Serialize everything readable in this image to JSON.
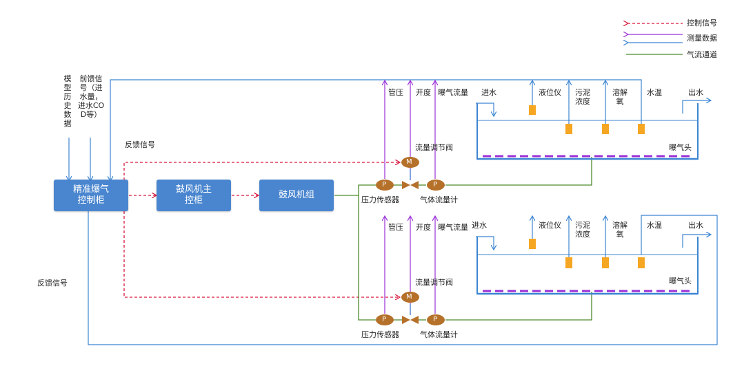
{
  "legend": {
    "control": "控制信号",
    "measure": "测量数据",
    "air": "气流通道"
  },
  "colors": {
    "control": "#d9163c",
    "measure_purple": "#9b30d6",
    "measure_blue": "#3c85d2",
    "air": "#4e8a2a",
    "box": "#4a86cf",
    "valve": "#b5702a",
    "sensor": "#f5a623"
  },
  "inputs": {
    "history": "模型历史数据",
    "feedforward": "前馈信号（进水量，进水COD等）"
  },
  "feedback_top": "反馈信号",
  "feedback_bottom": "反馈信号",
  "boxes": {
    "controller": "精准爆气控制柜",
    "blower_ctrl": "鼓风机主控柜",
    "blower": "鼓风机组"
  },
  "line1": {
    "pipe_pressure": "管压",
    "opening": "开度",
    "aeration_flow": "曝气流量",
    "inlet": "进水",
    "level": "液位仪",
    "sludge": "污泥浓度",
    "do": "溶解氧",
    "temp": "水温",
    "outlet": "出水",
    "diffuser": "曝气头",
    "valve_label": "流量调节阀",
    "pressure_sensor": "压力传感器",
    "flow_meter": "气体流量计",
    "motor": "M",
    "p": "P"
  },
  "line2": {
    "pipe_pressure": "管压",
    "opening": "开度",
    "aeration_flow": "曝气流量",
    "inlet": "进水",
    "level": "液位仪",
    "sludge": "污泥浓度",
    "do": "溶解氧",
    "temp": "水温",
    "outlet": "出水",
    "diffuser": "曝气头",
    "valve_label": "流量调节阀",
    "pressure_sensor": "压力传感器",
    "flow_meter": "气体流量计",
    "motor": "M",
    "p": "P"
  }
}
